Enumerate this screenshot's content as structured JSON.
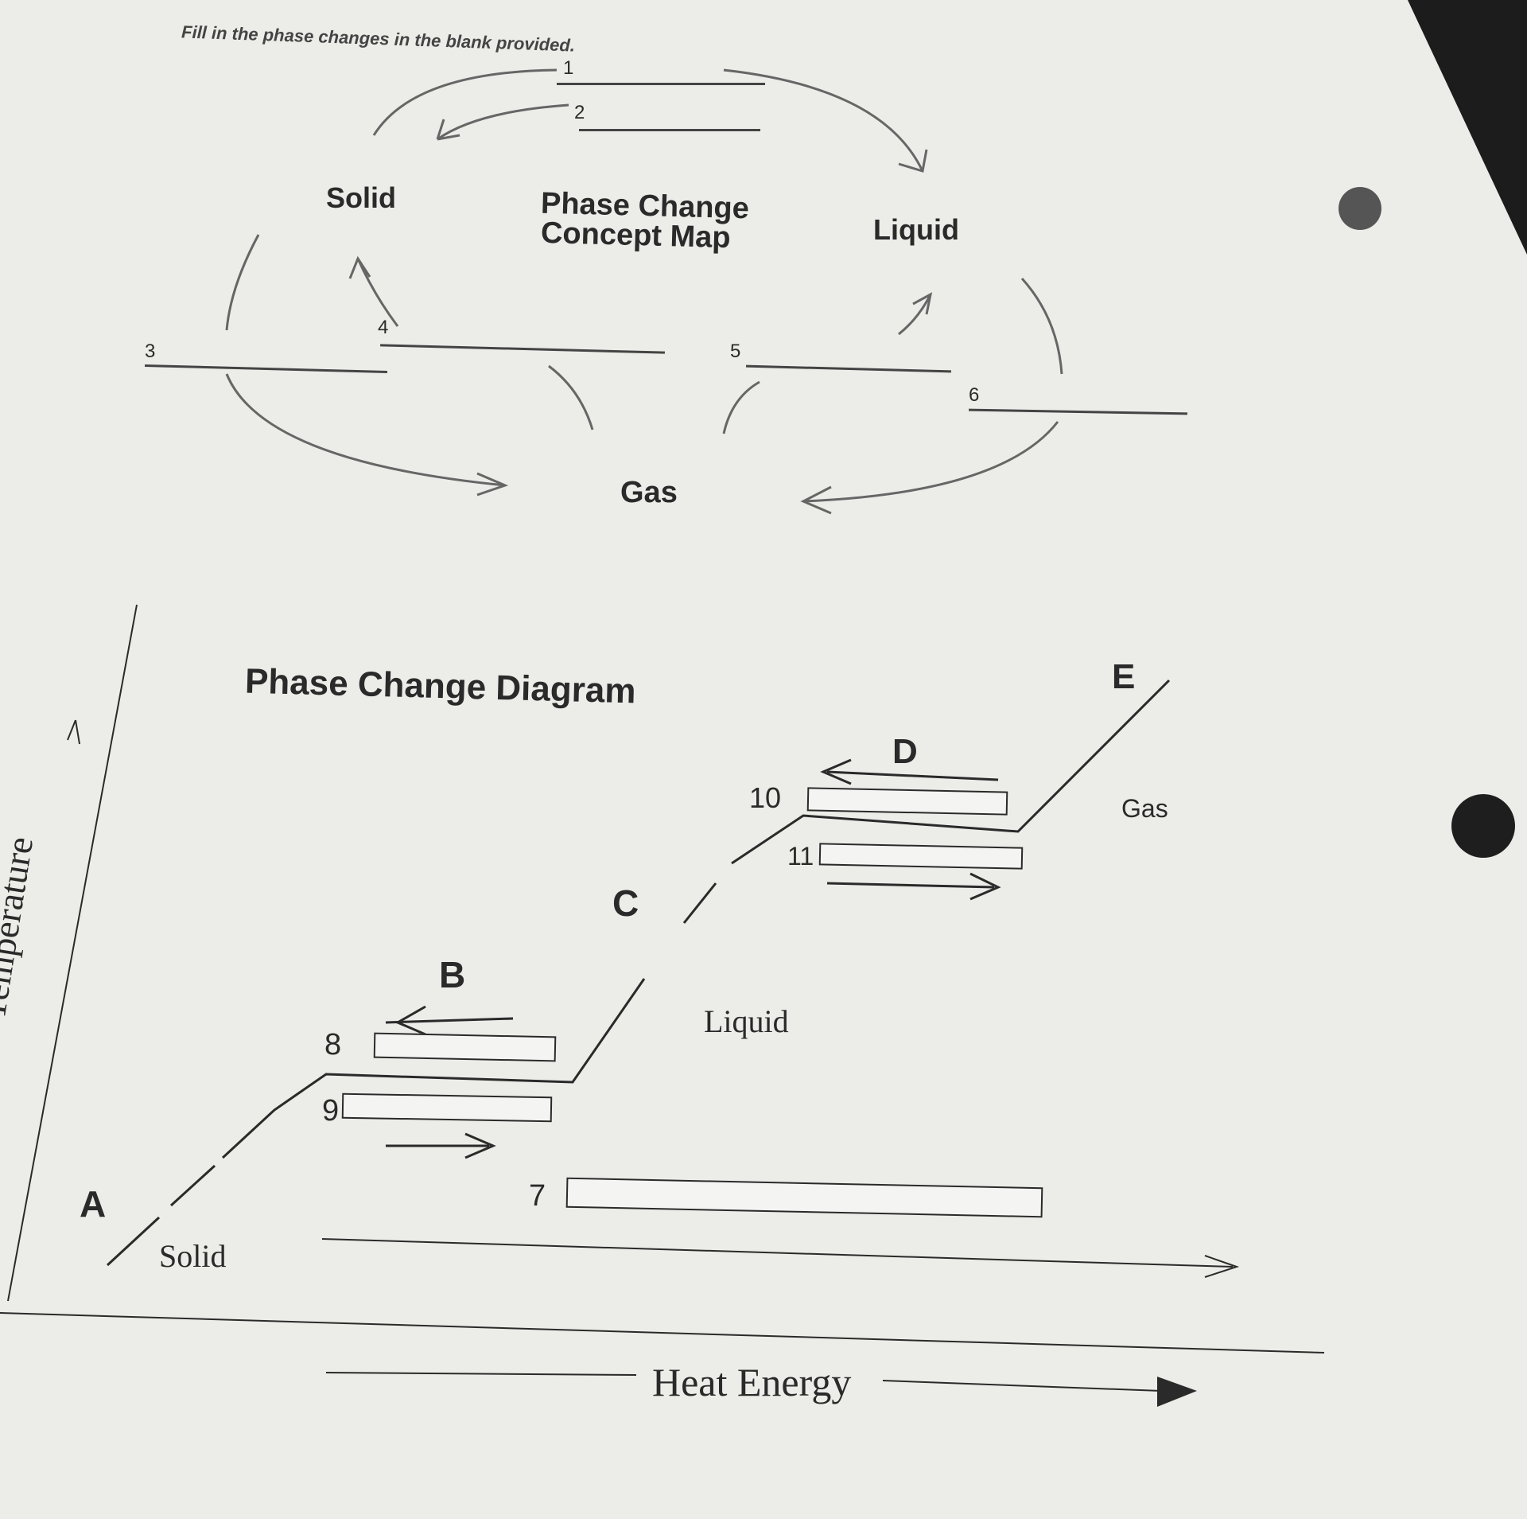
{
  "instructions": "Fill in the phase changes in the blank provided.",
  "concept_map": {
    "title_line1": "Phase Change",
    "title_line2": "Concept Map",
    "states": {
      "solid": "Solid",
      "liquid": "Liquid",
      "gas": "Gas"
    },
    "blank_numbers": [
      "1",
      "2",
      "3",
      "4",
      "5",
      "6"
    ]
  },
  "diagram": {
    "title": "Phase Change Diagram",
    "y_axis_label": "Temperature",
    "x_axis_label": "Heat Energy",
    "region_letters": [
      "A",
      "B",
      "C",
      "D",
      "E"
    ],
    "state_labels": {
      "solid": "Solid",
      "liquid": "Liquid",
      "gas": "Gas"
    },
    "box_numbers": [
      "7",
      "8",
      "9",
      "10",
      "11"
    ]
  },
  "colors": {
    "paper": "#ecece8",
    "ink": "#2a2a2a",
    "background": "#1c1c1c"
  }
}
